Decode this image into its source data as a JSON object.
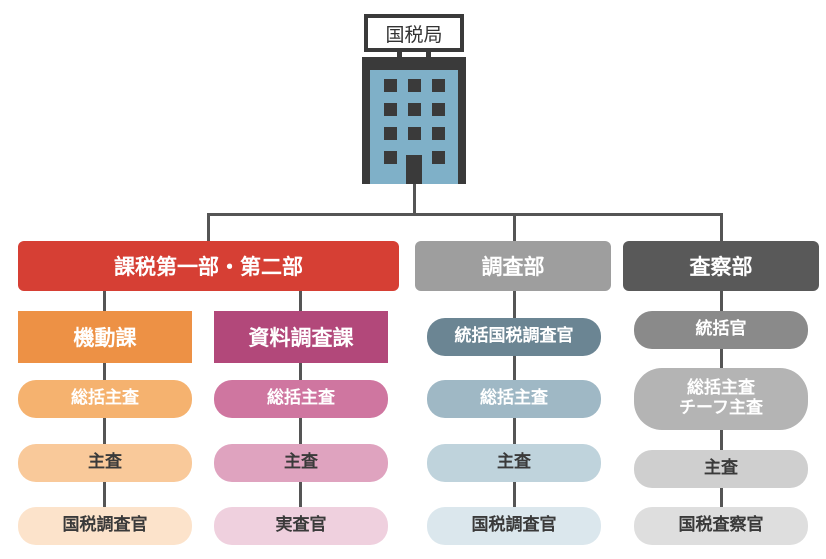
{
  "top": {
    "label": "国税局"
  },
  "departments": [
    {
      "label": "課税第一部・第二部",
      "color": "#d63f34"
    },
    {
      "label": "調査部",
      "color": "#9e9e9e"
    },
    {
      "label": "査察部",
      "color": "#595959"
    }
  ],
  "sections": [
    {
      "label": "機動課",
      "header_color": "#ed9145",
      "roles": [
        {
          "label": "総括主査",
          "color": "#f5b26f"
        },
        {
          "label": "主査",
          "color": "#f9c99a"
        },
        {
          "label": "国税調査官",
          "color": "#fce3cb"
        }
      ]
    },
    {
      "label": "資料調査課",
      "header_color": "#b2487a",
      "roles": [
        {
          "label": "総括主査",
          "color": "#cf76a0"
        },
        {
          "label": "主査",
          "color": "#dfa3bf"
        },
        {
          "label": "実査官",
          "color": "#efd0de"
        }
      ]
    },
    {
      "label": "",
      "header_color": "",
      "roles": [
        {
          "label": "統括国税調査官",
          "color": "#6b8593"
        },
        {
          "label": "総括主査",
          "color": "#9fb8c5"
        },
        {
          "label": "主査",
          "color": "#bfd3dc"
        },
        {
          "label": "国税調査官",
          "color": "#dbe7ed"
        }
      ]
    },
    {
      "label": "",
      "header_color": "",
      "roles": [
        {
          "label": "統括官",
          "color": "#8a8a8a"
        },
        {
          "label": "総括主査\nチーフ主査",
          "color": "#b4b4b4"
        },
        {
          "label": "主査",
          "color": "#cfcfcf"
        },
        {
          "label": "国税査察官",
          "color": "#dedede"
        }
      ]
    }
  ]
}
